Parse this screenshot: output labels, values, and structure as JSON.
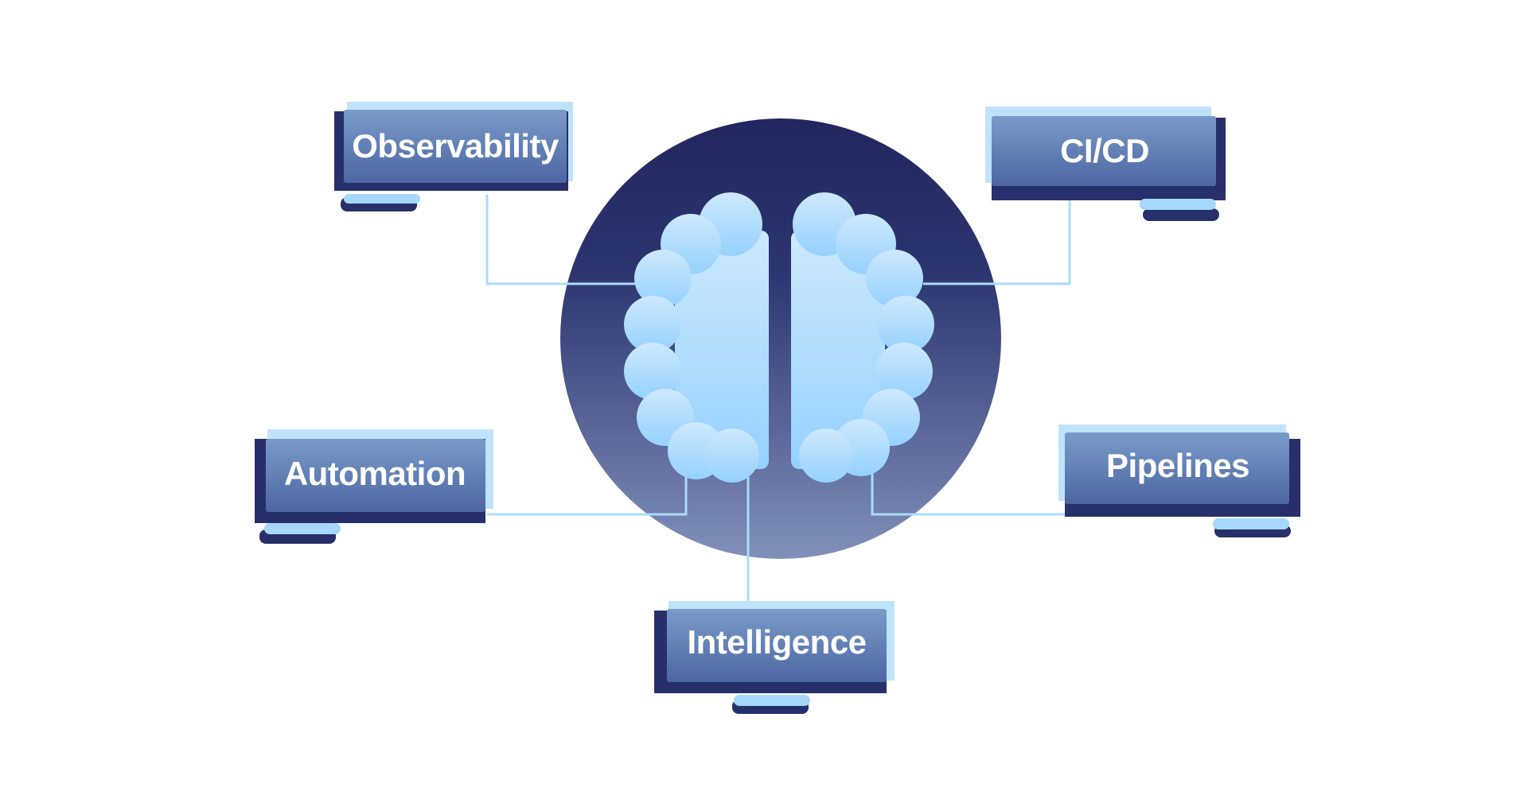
{
  "diagram": {
    "nodes": [
      {
        "id": "observability",
        "label": "Observability"
      },
      {
        "id": "cicd",
        "label": "CI/CD"
      },
      {
        "id": "automation",
        "label": "Automation"
      },
      {
        "id": "pipelines",
        "label": "Pipelines"
      },
      {
        "id": "intelligence",
        "label": "Intelligence"
      }
    ]
  },
  "colors": {
    "circle_top": "#22265f",
    "circle_bottom": "#8190ba",
    "brain_top": "#c6e6fd",
    "brain_bottom": "#97d3ff",
    "connector": "#a9dcfb",
    "box_face": "#5474ac",
    "box_shadow": "#27306b",
    "box_glow": "#bfe3fb",
    "label_text": "#ffffff"
  }
}
